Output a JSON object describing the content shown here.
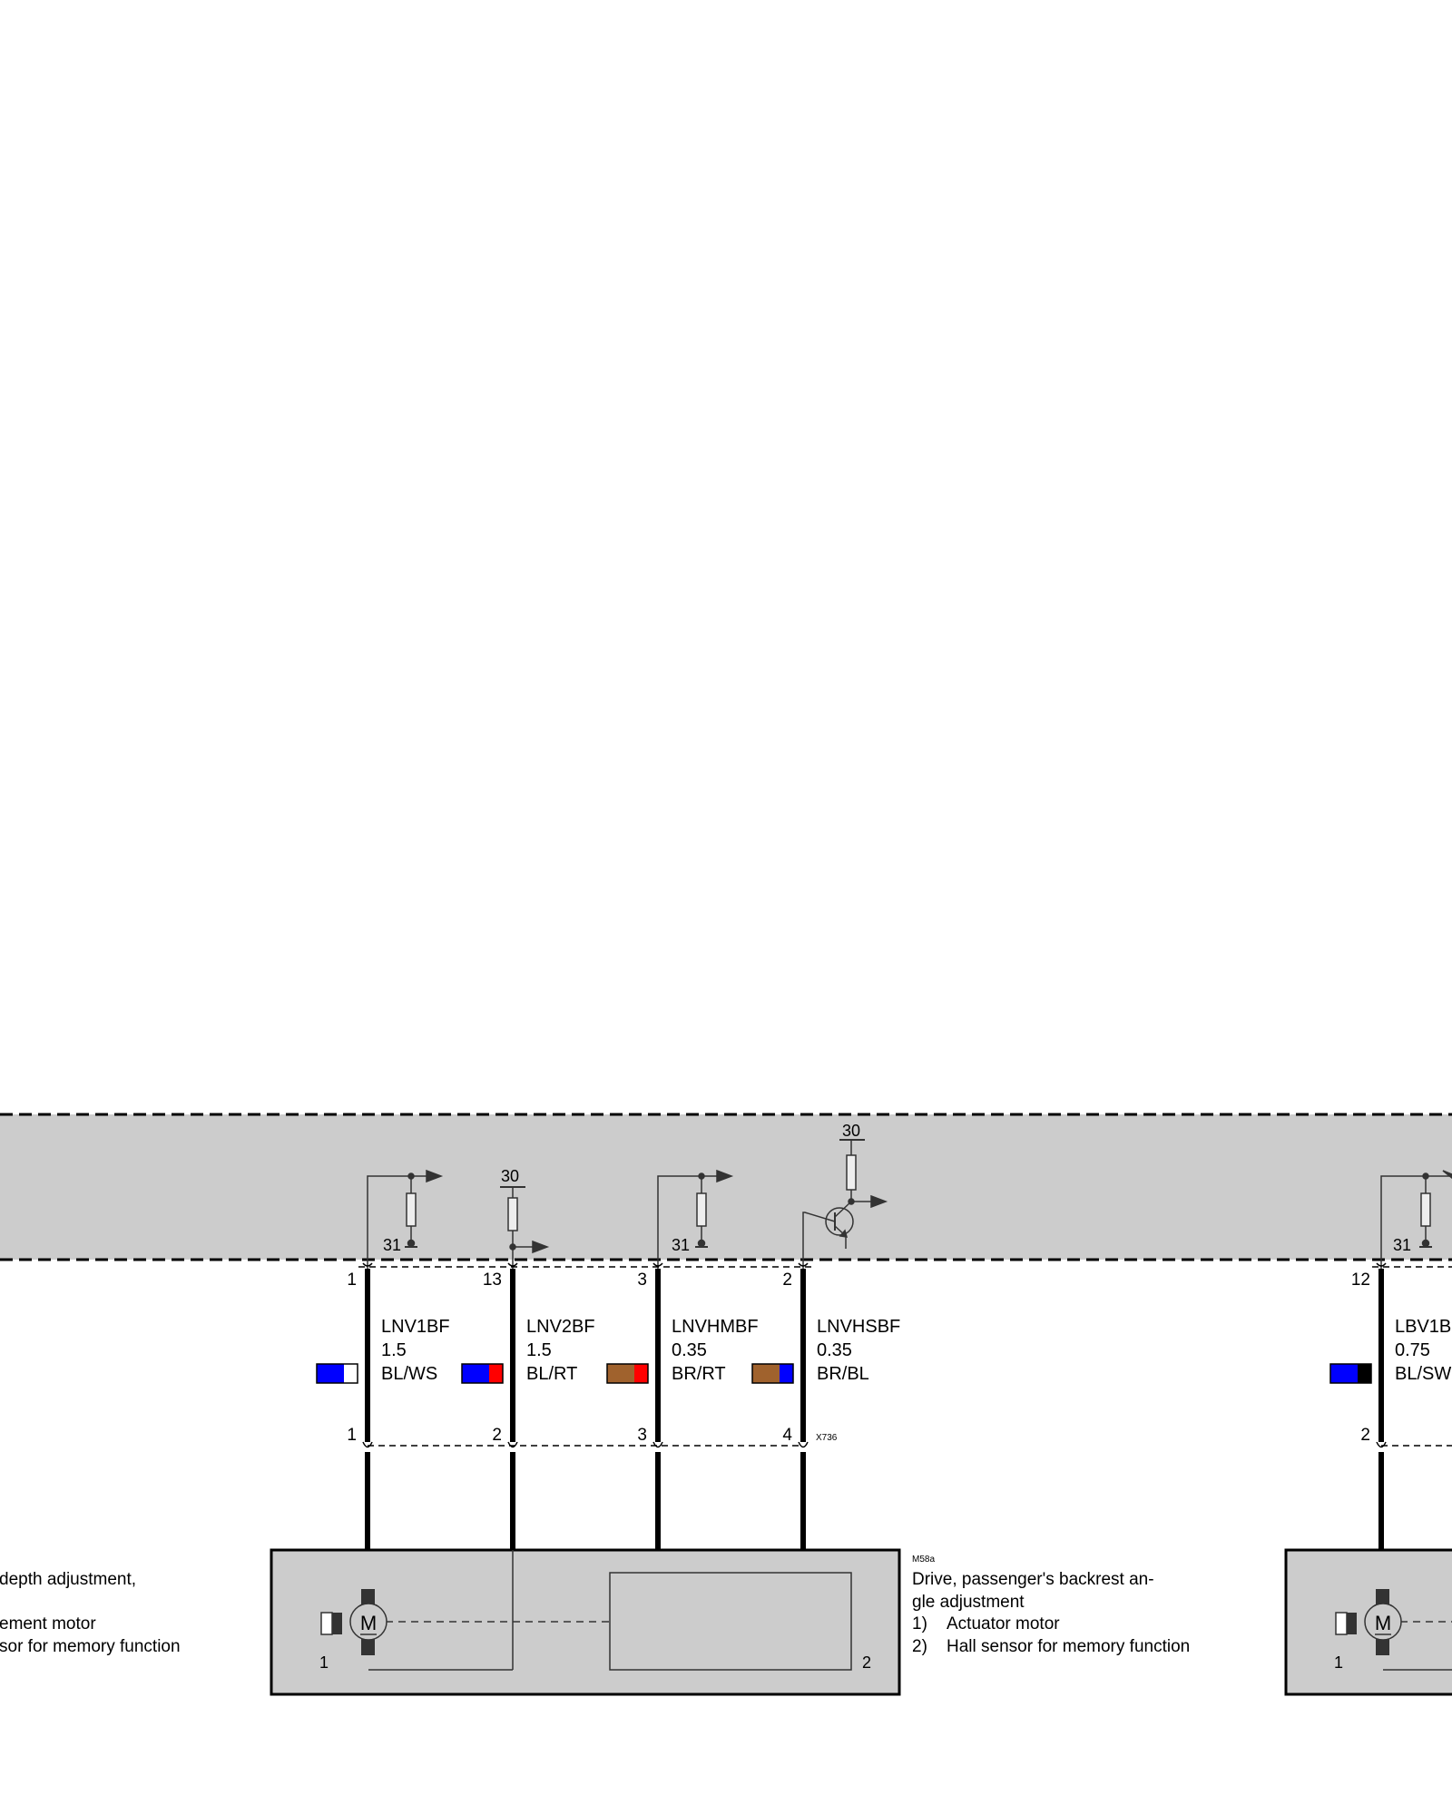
{
  "control_unit": {
    "fill": "#cccccc"
  },
  "terminals": {
    "t31": "31",
    "t30": "30"
  },
  "wires": [
    {
      "pin_top": "1",
      "pin_bottom": "1",
      "code": "LNV1BF",
      "size": "1.5",
      "color_code": "BL/WS",
      "swatch": [
        "#0000ff",
        "#ffffff"
      ]
    },
    {
      "pin_top": "13",
      "pin_bottom": "2",
      "code": "LNV2BF",
      "size": "1.5",
      "color_code": "BL/RT",
      "swatch": [
        "#0000ff",
        "#ff0000"
      ]
    },
    {
      "pin_top": "3",
      "pin_bottom": "3",
      "code": "LNVHMBF",
      "size": "0.35",
      "color_code": "BR/RT",
      "swatch": [
        "#a0622d",
        "#ff0000"
      ]
    },
    {
      "pin_top": "2",
      "pin_bottom": "4",
      "code": "LNVHSBF",
      "size": "0.35",
      "color_code": "BR/BL",
      "swatch": [
        "#a0622d",
        "#0000ff"
      ]
    },
    {
      "pin_top": "12",
      "pin_bottom": "2",
      "code": "LBV1B",
      "size": "0.75",
      "color_code": "BL/SW",
      "swatch": [
        "#0000ff",
        "#000000"
      ]
    }
  ],
  "connector_label": "X736",
  "left_description": {
    "lines": [
      "depth adjustment,",
      "ement motor",
      "sor for memory function"
    ]
  },
  "drive": {
    "id": "M58a",
    "title_lines": [
      "Drive, passenger's backrest an-",
      "gle adjustment"
    ],
    "items": [
      {
        "num": "1)",
        "text": "Actuator motor"
      },
      {
        "num": "2)",
        "text": "Hall sensor for memory function"
      }
    ],
    "label_1": "1",
    "label_2": "2",
    "motor_letter": "M"
  },
  "right_drive": {
    "label_1": "1",
    "motor_letter": "M"
  }
}
